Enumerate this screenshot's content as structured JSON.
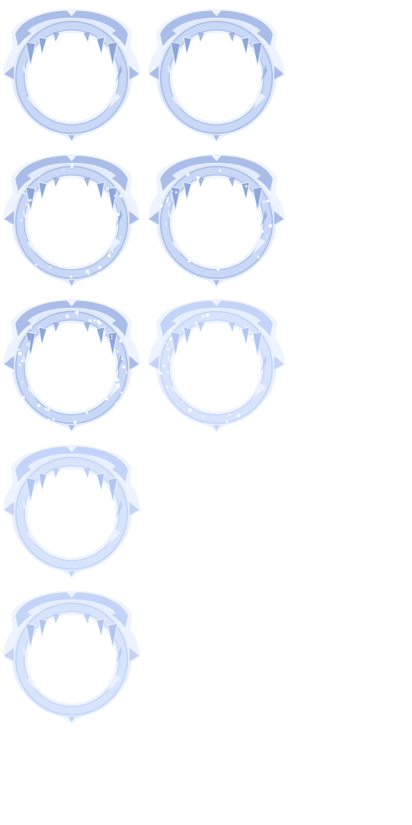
{
  "sprite_sheet": {
    "frames": [
      {
        "icon": "ice-ring-frame-icon",
        "style": "ice",
        "frost": 0
      },
      {
        "icon": "ice-ring-frame-icon",
        "style": "ice",
        "frost": 0
      },
      {
        "icon": "ice-ring-frame-icon",
        "style": "ice",
        "frost": 1
      },
      {
        "icon": "ice-ring-frame-icon",
        "style": "ice",
        "frost": 1
      },
      {
        "icon": "ice-ring-frame-icon",
        "style": "ice",
        "frost": 2
      },
      {
        "icon": "ice-ring-frame-icon",
        "style": "faded",
        "frost": 1
      },
      {
        "icon": "ice-ring-frame-icon",
        "style": "faded",
        "frost": 0
      },
      {
        "icon": "ice-ring-frame-icon",
        "style": "faded",
        "frost": 0
      }
    ]
  },
  "colors": {
    "ice_outer": "#a9bde8",
    "ice_mid": "#c9d8f6",
    "ice_highlight": "#eef4ff",
    "ice_glow": "#e3ecff",
    "ice_shadow": "#8ea6da",
    "faded_outer": "#c4d4f8",
    "faded_mid": "#d8e4fb",
    "faded_shadow": "#b3c6f2",
    "frost_speck": "#ffffff"
  }
}
